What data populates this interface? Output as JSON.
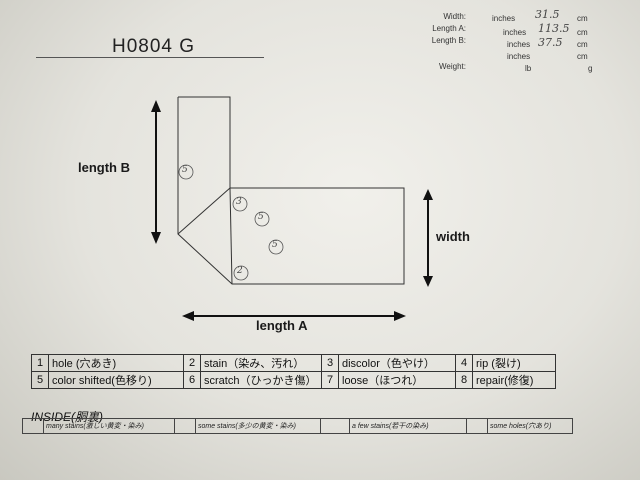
{
  "form": {
    "title": "H0804 G"
  },
  "measurements": {
    "width": {
      "label": "Width:",
      "unit1": "inches",
      "value": "31.5",
      "unit2": "cm"
    },
    "length_a": {
      "label": "Length A:",
      "unit1": "inches",
      "value": "113.5",
      "unit2": "cm"
    },
    "length_b": {
      "label": "Length B:",
      "unit1": "inches",
      "value": "37.5",
      "unit2": "cm"
    },
    "blank": {
      "label": "",
      "unit1": "inches",
      "unit2": "cm"
    },
    "weight": {
      "label": "Weight:",
      "unit1": "lb",
      "unit2": "g"
    }
  },
  "diagram": {
    "length_b_label": "length B",
    "length_a_label": "length A",
    "width_label": "width",
    "marks": [
      "5",
      "3",
      "5",
      "5",
      "2"
    ]
  },
  "defect_legend": [
    {
      "num": "1",
      "label": "hole (穴あき)"
    },
    {
      "num": "2",
      "label": "stain（染み、汚れ）"
    },
    {
      "num": "3",
      "label": "discolor（色やけ）"
    },
    {
      "num": "4",
      "label": "rip (裂け)"
    },
    {
      "num": "5",
      "label": "color shifted(色移り)"
    },
    {
      "num": "6",
      "label": "scratch（ひっかき傷）"
    },
    {
      "num": "7",
      "label": "loose（ほつれ）"
    },
    {
      "num": "8",
      "label": "repair(修復)"
    }
  ],
  "inside": {
    "title": "INSIDE(胴裏)",
    "options": [
      "many stains(激しい黄変・染み)",
      "some stains(多少の黄変・染み)",
      "a few stains(若干の染み)",
      "some holes(穴あり)"
    ]
  }
}
